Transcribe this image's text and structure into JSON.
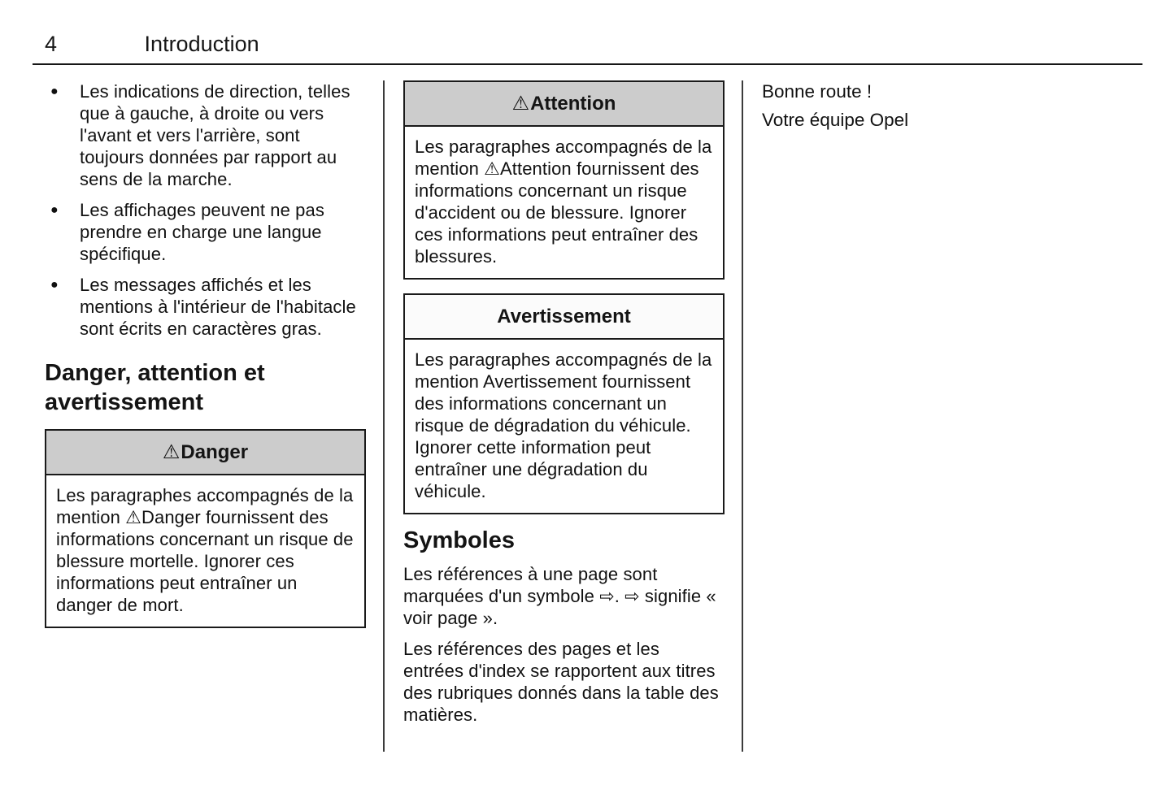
{
  "page_header": {
    "number": "4",
    "title": "Introduction"
  },
  "left_column": {
    "bullet_glyph": "●",
    "bullets": [
      "Les indications de direction, telles que à gauche, à droite ou vers l'avant et vers l'arrière, sont toujours données par rapport au sens de la marche.",
      "Les affichages peuvent ne pas prendre en charge une langue spécifique.",
      "Les messages affichés et les mentions à l'intérieur de l'habitacle sont écrits en caractères gras."
    ],
    "section_heading": "Danger, attention et avertissement",
    "danger_box": {
      "icon": "⚠",
      "title": "Danger",
      "body": "Les paragraphes accompagnés de la mention ⚠Danger fournissent des informations concernant un risque de blessure mortelle. Ignorer ces informations peut entraîner un danger de mort."
    }
  },
  "middle_column": {
    "attention_box": {
      "icon": "⚠",
      "title": "Attention",
      "body": "Les paragraphes accompagnés de la mention ⚠Attention fournissent des informations concernant un risque d'accident ou de blessure. Ignorer ces informations peut entraîner des blessures."
    },
    "warning_box": {
      "title": "Avertissement",
      "body": "Les paragraphes accompagnés de la mention Avertissement fournissent des informations concernant un risque de dégradation du véhicule. Ignorer cette information peut entraîner une dégradation du véhicule."
    },
    "symbols_section": {
      "heading": "Symboles",
      "paragraphs": [
        "Les références à une page sont marquées d'un symbole ⇨. ⇨ signifie « voir page ».",
        "Les références des pages et les entrées d'index se rapportent aux titres des rubriques donnés dans la table des matières."
      ]
    }
  },
  "right_column": {
    "lines": [
      "Bonne route !",
      "Votre équipe Opel"
    ]
  },
  "colors": {
    "text": "#111111",
    "box_border": "#1a1a1a",
    "box_header_gray": "#cccccc",
    "box_header_light": "#fbfbfb",
    "divider": "#3c3c3c"
  }
}
